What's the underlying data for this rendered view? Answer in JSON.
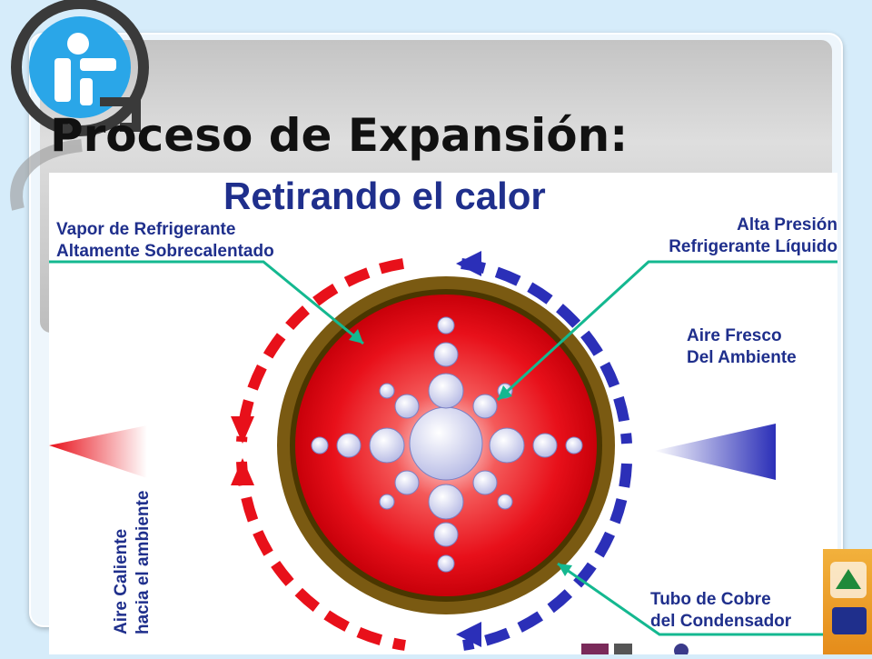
{
  "slide": {
    "title": "Proceso de Expansión:"
  },
  "diagram": {
    "heading": "Retirando el calor",
    "labels": {
      "vapor_line1": "Vapor de Refrigerante",
      "vapor_line2": "Altamente Sobrecalentado",
      "alta_line1": "Alta Presión",
      "alta_line2": "Refrigerante Líquido",
      "aire_fresco_line1": "Aire Fresco",
      "aire_fresco_line2": "Del Ambiente",
      "tubo_line1": "Tubo de Cobre",
      "tubo_line2": "del Condensador",
      "caliente_line1": "Aire Caliente",
      "caliente_line2": "hacia el ambiente"
    },
    "colors": {
      "hot": "#e8101a",
      "cold": "#2b2fb8",
      "ring": "#7a5a12",
      "leader": "#14b890",
      "text": "#1f2f8c"
    }
  },
  "icons": {
    "logo": "itg-logo-icon",
    "corner_logo": "institution-logo-icon"
  }
}
